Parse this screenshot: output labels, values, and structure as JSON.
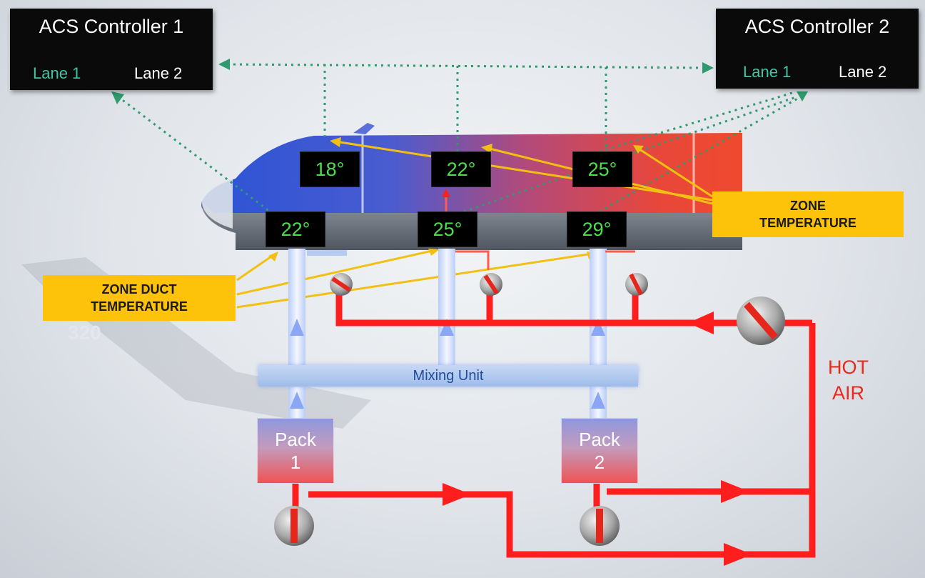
{
  "controllers": [
    {
      "title": "ACS Controller 1",
      "lane1": "Lane 1",
      "lane2": "Lane 2"
    },
    {
      "title": "ACS Controller 2",
      "lane1": "Lane 1",
      "lane2": "Lane 2"
    }
  ],
  "zone_temperatures": [
    "18°",
    "22°",
    "25°"
  ],
  "duct_temperatures": [
    "22°",
    "25°",
    "29°"
  ],
  "labels": {
    "zone_temperature": [
      "ZONE",
      "TEMPERATURE"
    ],
    "zone_duct_temperature": [
      "ZONE DUCT",
      "TEMPERATURE"
    ],
    "mixing_unit": "Mixing Unit",
    "hot_air": [
      "HOT",
      "AIR"
    ]
  },
  "packs": [
    {
      "line1": "Pack",
      "line2": "1"
    },
    {
      "line1": "Pack",
      "line2": "2"
    }
  ],
  "colors": {
    "hot_air": "#ff1e1e",
    "cold_air": "#9fbaf7",
    "data_link": "#2e9a6e",
    "callout": "#fdc20a",
    "readout_text": "#4fdc4f"
  }
}
